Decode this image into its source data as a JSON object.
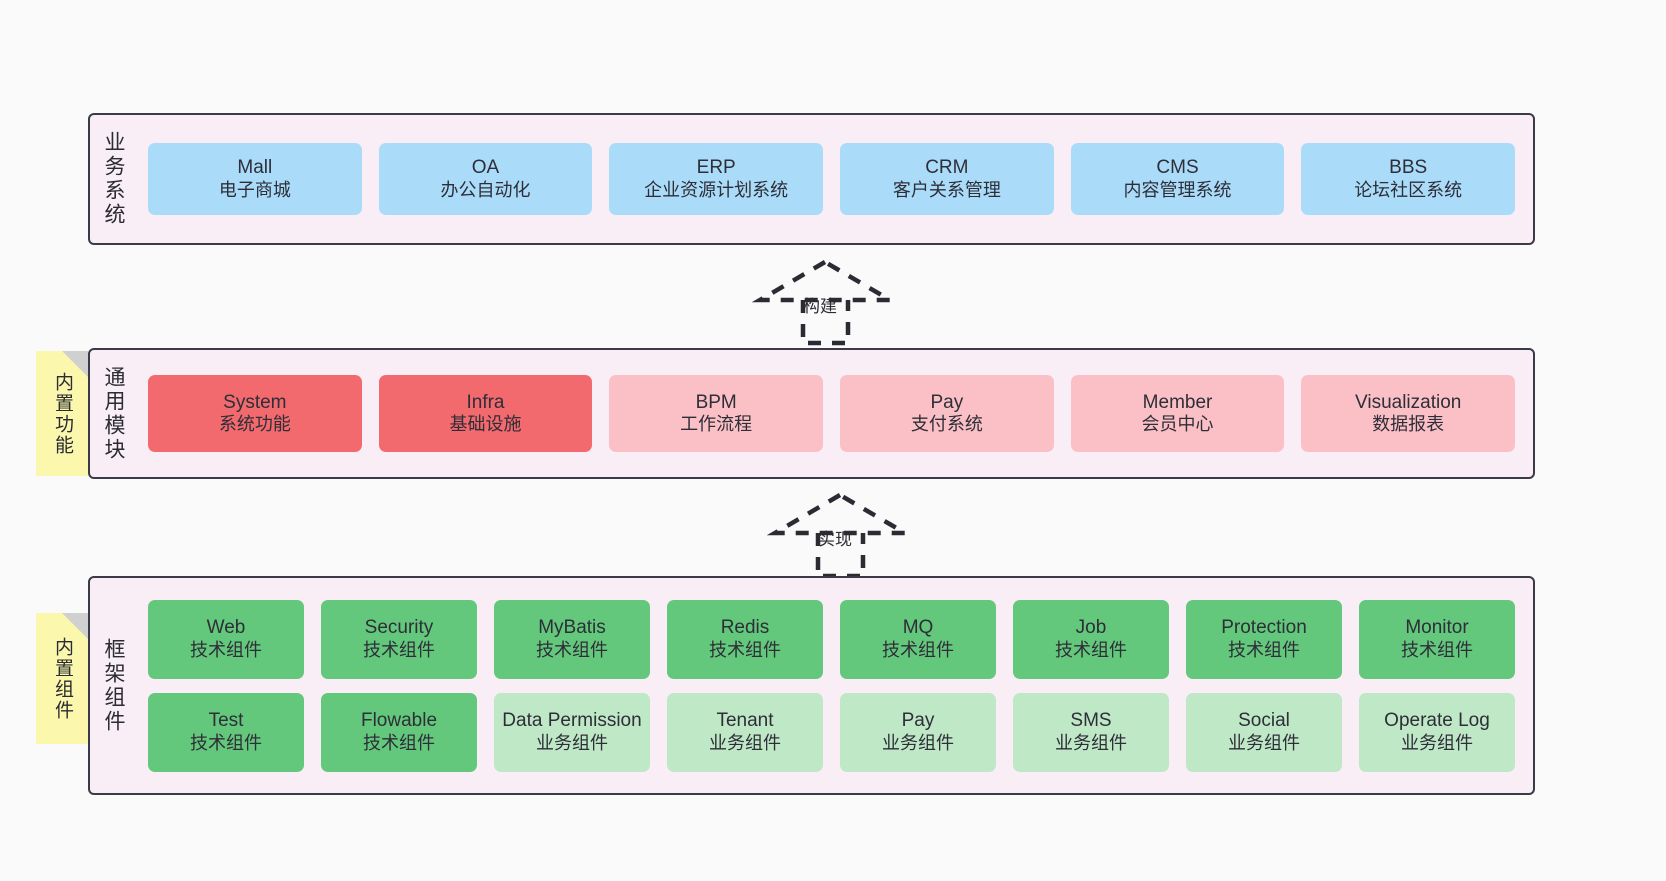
{
  "diagram": {
    "background_color": "#fafafa",
    "layer_fill": "#faeef6",
    "layer_border": "#3b3b47",
    "note_color": "#fbf8ae"
  },
  "layers": [
    {
      "id": "business-systems",
      "title": "业务系统",
      "card_color": "#aadcfa",
      "rows": [
        [
          {
            "en": "Mall",
            "cn": "电子商城",
            "style": "blue"
          },
          {
            "en": "OA",
            "cn": "办公自动化",
            "style": "blue"
          },
          {
            "en": "ERP",
            "cn": "企业资源计划系统",
            "style": "blue"
          },
          {
            "en": "CRM",
            "cn": "客户关系管理",
            "style": "blue"
          },
          {
            "en": "CMS",
            "cn": "内容管理系统",
            "style": "blue"
          },
          {
            "en": "BBS",
            "cn": "论坛社区系统",
            "style": "blue"
          }
        ]
      ]
    },
    {
      "id": "common-modules",
      "title": "通用模块",
      "note": "内置功能",
      "rows": [
        [
          {
            "en": "System",
            "cn": "系统功能",
            "style": "red"
          },
          {
            "en": "Infra",
            "cn": "基础设施",
            "style": "red"
          },
          {
            "en": "BPM",
            "cn": "工作流程",
            "style": "pink"
          },
          {
            "en": "Pay",
            "cn": "支付系统",
            "style": "pink"
          },
          {
            "en": "Member",
            "cn": "会员中心",
            "style": "pink"
          },
          {
            "en": "Visualization",
            "cn": "数据报表",
            "style": "pink"
          }
        ]
      ]
    },
    {
      "id": "framework-components",
      "title": "框架组件",
      "note": "内置组件",
      "rows": [
        [
          {
            "en": "Web",
            "cn": "技术组件",
            "style": "green"
          },
          {
            "en": "Security",
            "cn": "技术组件",
            "style": "green"
          },
          {
            "en": "MyBatis",
            "cn": "技术组件",
            "style": "green"
          },
          {
            "en": "Redis",
            "cn": "技术组件",
            "style": "green"
          },
          {
            "en": "MQ",
            "cn": "技术组件",
            "style": "green"
          },
          {
            "en": "Job",
            "cn": "技术组件",
            "style": "green"
          },
          {
            "en": "Protection",
            "cn": "技术组件",
            "style": "green"
          },
          {
            "en": "Monitor",
            "cn": "技术组件",
            "style": "green"
          }
        ],
        [
          {
            "en": "Test",
            "cn": "技术组件",
            "style": "green"
          },
          {
            "en": "Flowable",
            "cn": "技术组件",
            "style": "green"
          },
          {
            "en": "Data Permission",
            "cn": "业务组件",
            "style": "greenlight"
          },
          {
            "en": "Tenant",
            "cn": "业务组件",
            "style": "greenlight"
          },
          {
            "en": "Pay",
            "cn": "业务组件",
            "style": "greenlight"
          },
          {
            "en": "SMS",
            "cn": "业务组件",
            "style": "greenlight"
          },
          {
            "en": "Social",
            "cn": "业务组件",
            "style": "greenlight"
          },
          {
            "en": "Operate Log",
            "cn": "业务组件",
            "style": "greenlight"
          }
        ]
      ]
    }
  ],
  "connectors": [
    {
      "id": "build",
      "label": "构建"
    },
    {
      "id": "implement",
      "label": "实现"
    }
  ]
}
